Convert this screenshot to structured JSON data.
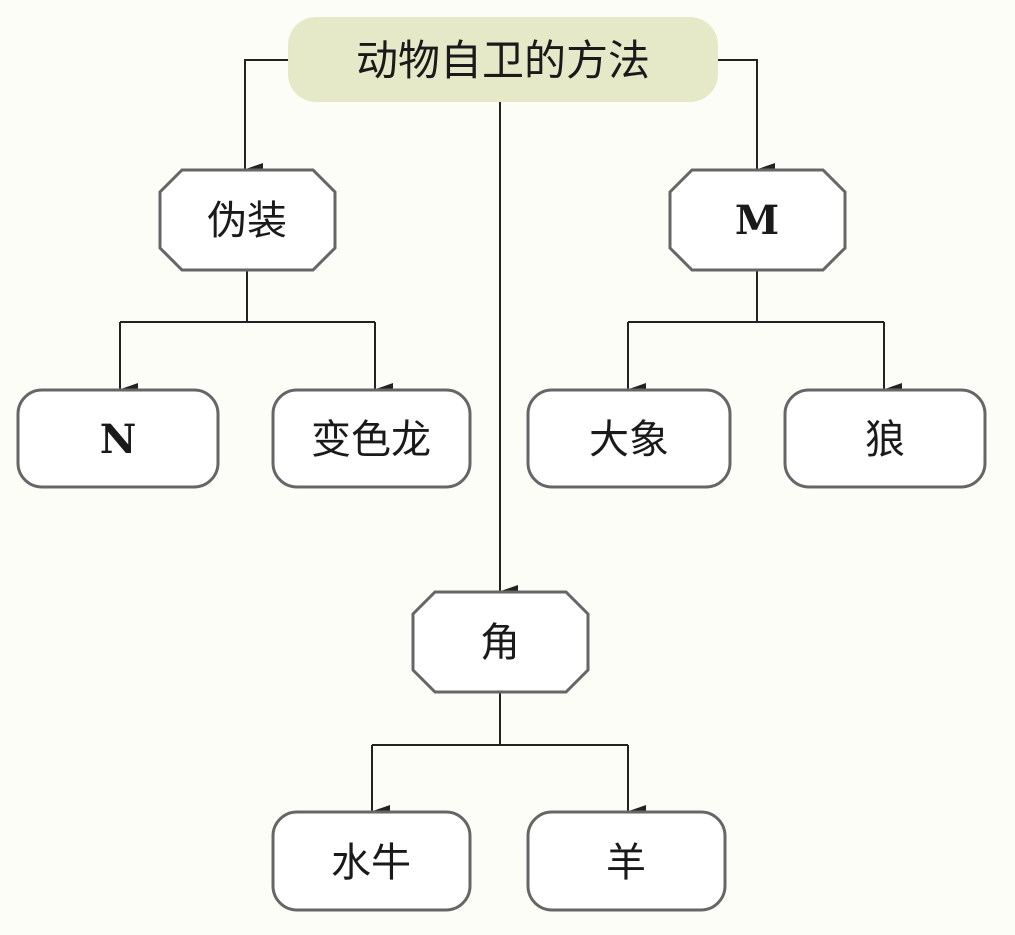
{
  "root": {
    "label": "动物自卫的方法"
  },
  "level1": [
    {
      "label": "伪装",
      "children": [
        {
          "label": "N"
        },
        {
          "label": "变色龙"
        }
      ]
    },
    {
      "label": "M",
      "children": [
        {
          "label": "大象"
        },
        {
          "label": "狼"
        }
      ]
    },
    {
      "label": "角",
      "children": [
        {
          "label": "水牛"
        },
        {
          "label": "羊"
        }
      ]
    }
  ],
  "colors": {
    "root_fill": "#e6e9c8",
    "stroke": "#555555",
    "line": "#222222"
  }
}
